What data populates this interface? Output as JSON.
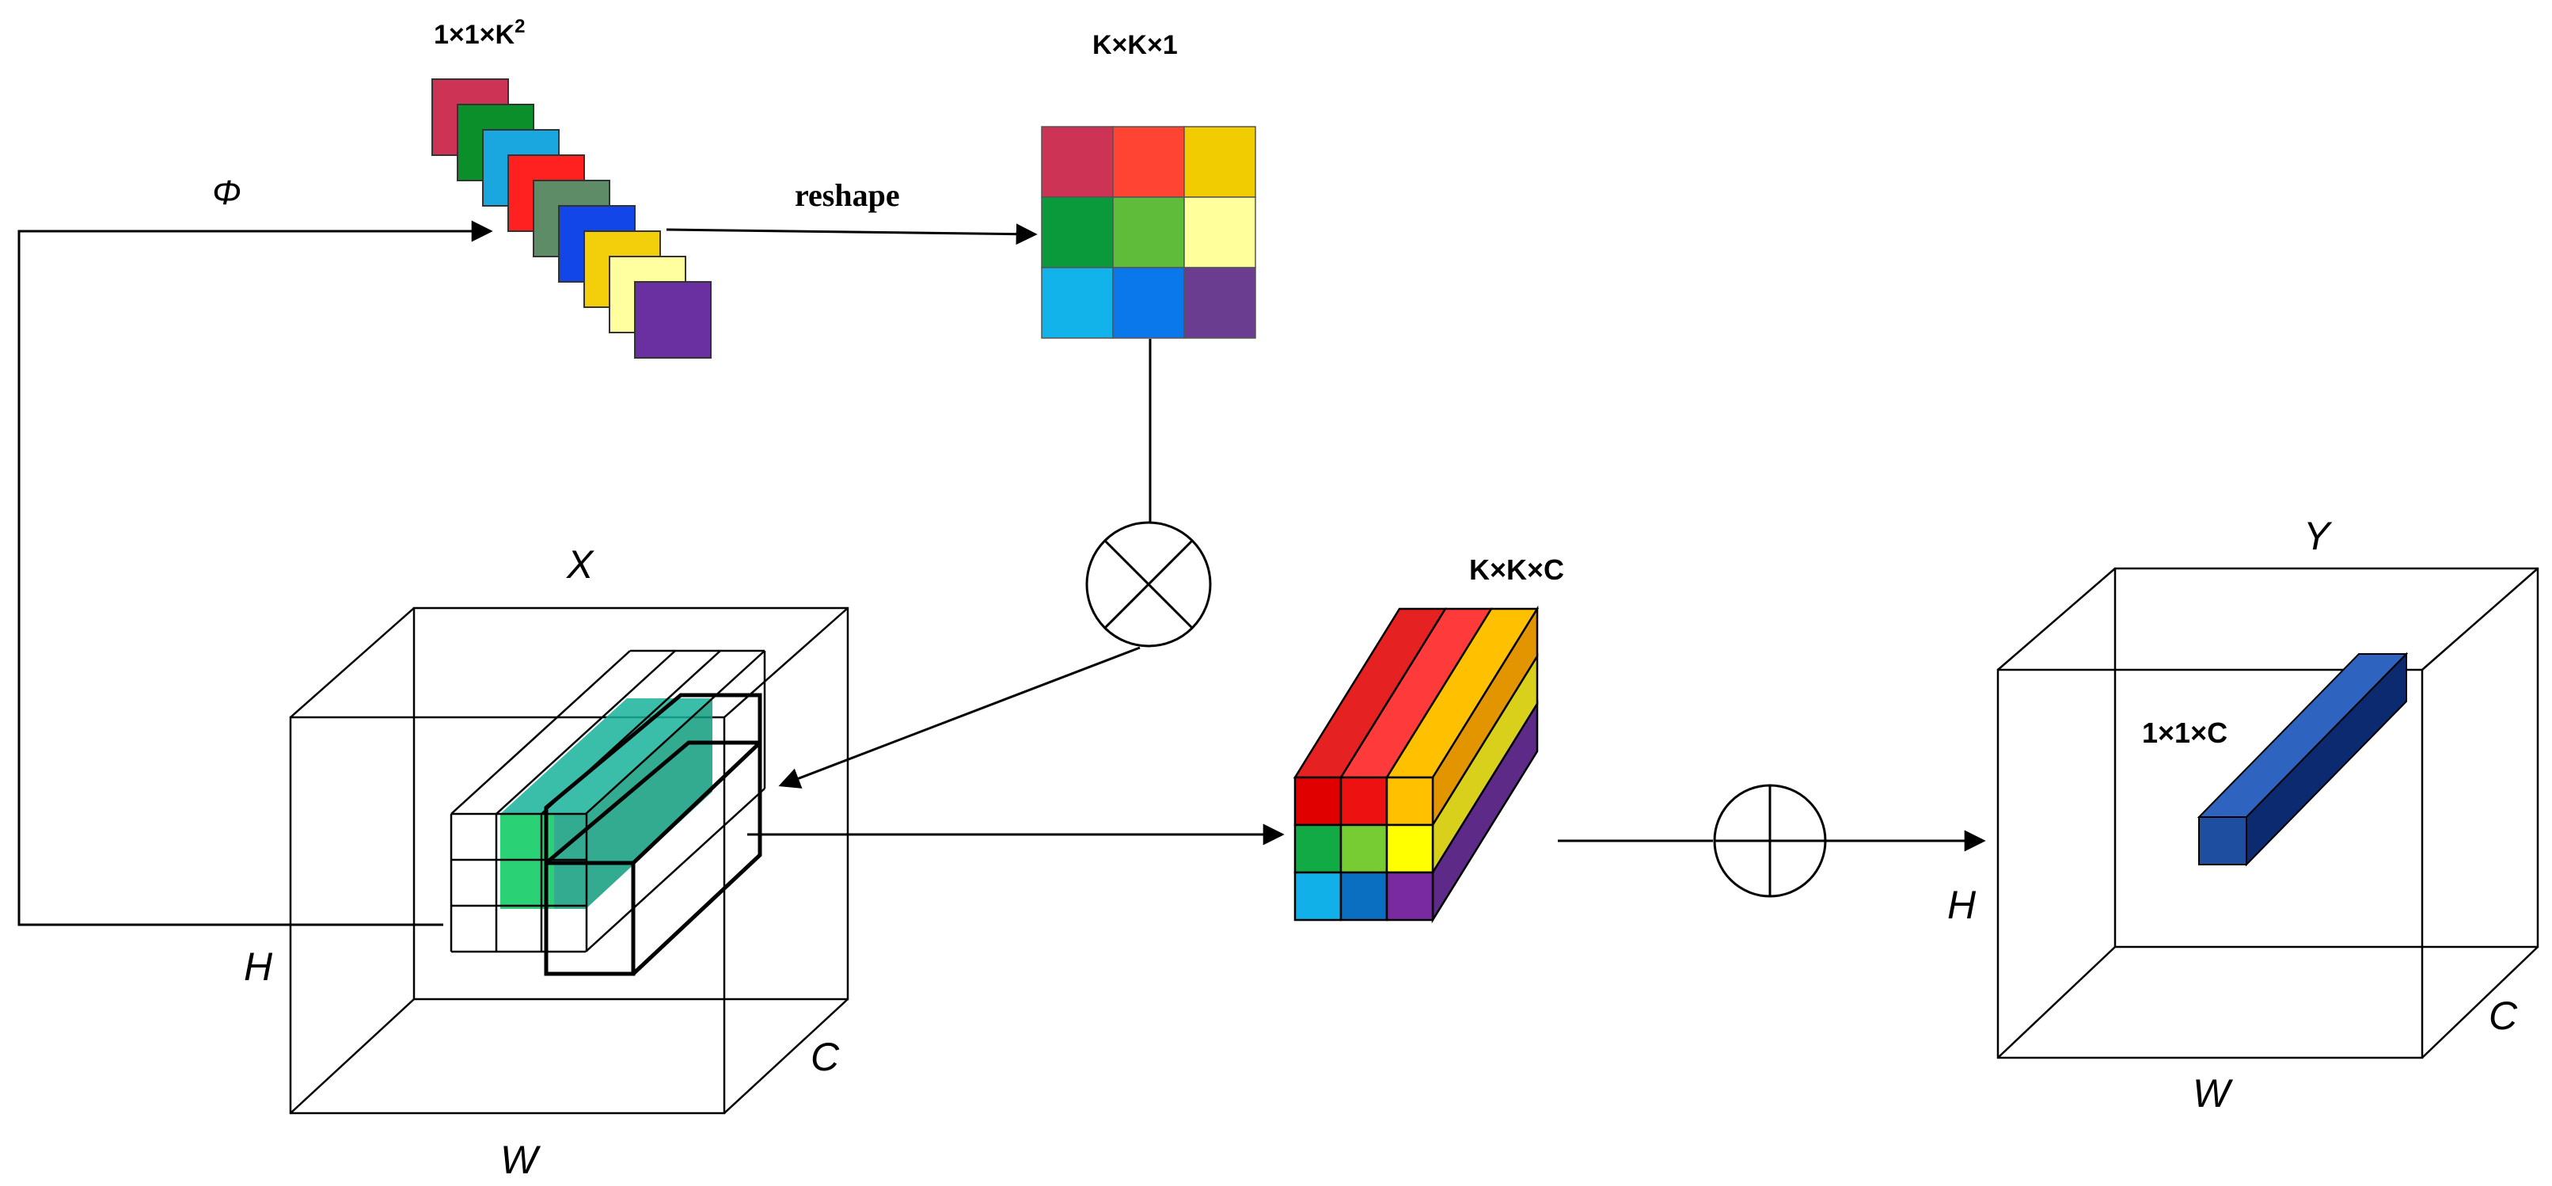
{
  "labels": {
    "kernel_vector": "1×1×K",
    "kernel_vector_sup": "2",
    "kernel_matrix": "K×K×1",
    "phi": "Φ",
    "reshape": "reshape",
    "input_X": "X",
    "input_H": "H",
    "input_W": "W",
    "input_C": "C",
    "unfolded": "K×K×C",
    "output_Y": "Y",
    "output_H": "H",
    "output_W": "W",
    "output_C": "C",
    "output_vec": "1×1×C"
  },
  "colors": {
    "kernel_stack": [
      "#cc3355",
      "#0a8f2a",
      "#1aa7e0",
      "#ff2020",
      "#5e8c66",
      "#1246e8",
      "#f2cf0a",
      "#ffffa0",
      "#6a2fa0"
    ],
    "kernel_grid": [
      "#cc3355",
      "#ff4433",
      "#f0cc00",
      "#0b9a3b",
      "#5fbb3a",
      "#ffff9c",
      "#12b3ea",
      "#0a78ea",
      "#6a3d90"
    ],
    "input_cube_band": "#19b39a",
    "unfolded_top_colors": [
      "#e52121",
      "#ff3a3a",
      "#ffc000"
    ],
    "unfolded_side_colors": [
      "#e39500",
      "#d8d01a",
      "#5d2a88"
    ],
    "unfolded_front_grid": [
      "#e00000",
      "#ee1111",
      "#ffc000",
      "#11aa44",
      "#77cc33",
      "#ffff00",
      "#11b0e8",
      "#0a6fc0",
      "#7a2aa0"
    ],
    "output_vec": "#1d4ea0"
  },
  "operators": {
    "multiply": "multiply-operator",
    "add": "add-operator"
  }
}
